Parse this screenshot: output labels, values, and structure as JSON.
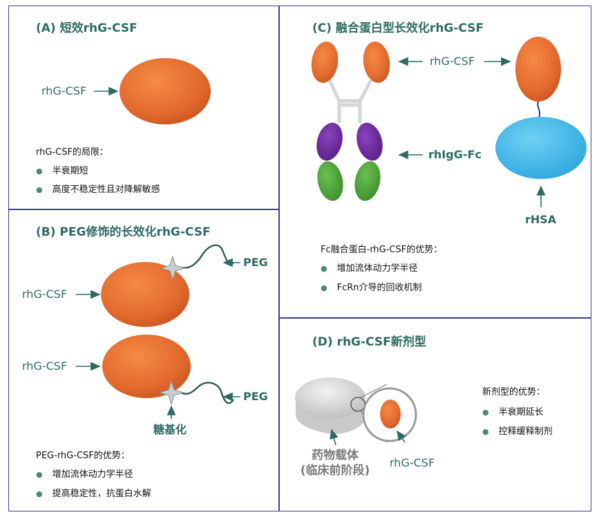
{
  "panelA": {
    "title": "(A)  短效rhG-CSF",
    "molecule_label": "rhG-CSF",
    "limits_heading": "rhG-CSF的局限：",
    "bullets": [
      "半衰期短",
      "高度不稳定性且对降解敏感"
    ]
  },
  "panelB": {
    "title": "(B)  PEG修饰的长效化rhG-CSF",
    "molecule_label_top": "rhG-CSF",
    "molecule_label_bottom": "rhG-CSF",
    "peg_top": "PEG",
    "peg_bottom": "PEG",
    "glyco_label": "糖基化",
    "advantages_heading": "PEG-rhG-CSF的优势：",
    "bullets": [
      "增加流体动力学半径",
      "提高稳定性，抗蛋白水解"
    ]
  },
  "panelC": {
    "title": "(C)  融合蛋白型长效化rhG-CSF",
    "rhgcsf_label": "rhG-CSF",
    "fc_label": "rhIgG-Fc",
    "hsa_label": "rHSA",
    "advantages_heading": "Fc融合蛋白-rhG-CSF的优势：",
    "bullets": [
      "增加流体动力学半径",
      "FcRn介导的回收机制"
    ]
  },
  "panelD": {
    "title": "(D)  rhG-CSF新剂型",
    "carrier_line1": "药物载体",
    "carrier_line2": "(临床前阶段)",
    "molecule_label": "rhG-CSF",
    "advantages_heading": "新剂型的优势：",
    "bullets": [
      "半衰期延长",
      "控释缓释制剂"
    ]
  },
  "colors": {
    "frame": "#3a3f8f",
    "title_text": "#2e6b62",
    "protein_orange": "#e36a2e",
    "fc_purple": "#6a2a9a",
    "fc_green": "#4aa03a",
    "hsa_blue": "#3ab4e6",
    "peg_line": "#2e5a55"
  }
}
